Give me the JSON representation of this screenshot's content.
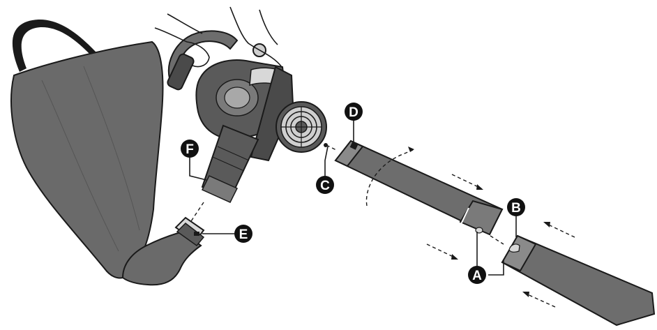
{
  "diagram": {
    "labels": {
      "A": "A",
      "B": "B",
      "C": "C",
      "D": "D",
      "E": "E",
      "F": "F"
    }
  },
  "colors": {
    "outline": "#1a1a1a",
    "part_fill": "#6d6d6d",
    "part_dark": "#4a4a4a",
    "bag_fill": "#6a6a6a",
    "light_fill": "#d0d0d0",
    "callout_bg": "#111111",
    "callout_text": "#ffffff"
  }
}
